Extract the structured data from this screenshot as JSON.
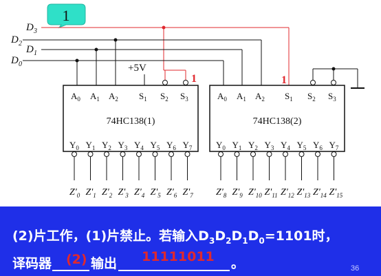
{
  "callout": {
    "label": "1"
  },
  "inputs": [
    {
      "name": "D3"
    },
    {
      "name": "D2"
    },
    {
      "name": "D1"
    },
    {
      "name": "D0"
    }
  ],
  "supply": {
    "label": "+5V"
  },
  "red_marks": {
    "s2_mark": "1",
    "s1_mark": "1"
  },
  "chip1": {
    "title": "74HC138(1)",
    "top_pins": [
      "A0",
      "A1",
      "A2",
      "S1",
      "S2",
      "S3"
    ],
    "outputs": [
      "Y0",
      "Y1",
      "Y2",
      "Y3",
      "Y4",
      "Y5",
      "Y6",
      "Y7"
    ],
    "output_labels": [
      "Z'0",
      "Z'1",
      "Z'2",
      "Z'3",
      "Z'4",
      "Z'5",
      "Z'6",
      "Z'7"
    ]
  },
  "chip2": {
    "title": "74HC138(2)",
    "top_pins": [
      "A0",
      "A1",
      "A2",
      "S1",
      "S2",
      "S3"
    ],
    "outputs": [
      "Y0",
      "Y1",
      "Y2",
      "Y3",
      "Y4",
      "Y5",
      "Y6",
      "Y7"
    ],
    "output_labels": [
      "Z'8",
      "Z'9",
      "Z'10",
      "Z'11",
      "Z'12",
      "Z'13",
      "Z'14",
      "Z'15"
    ]
  },
  "footer": {
    "line1_prefix": "(2)片工作，(1)片禁止。若输入D",
    "line1_value": "=1101时，",
    "line2_prefix": "译码器",
    "line2_answer1": "(2)",
    "line2_mid": "输出",
    "line2_answer2": "11111011",
    "line2_end": "。",
    "page_number": "36"
  },
  "colors": {
    "footer_bg": "#1f2fe8",
    "accent_red": "#e0282e",
    "callout_bg": "#2fe0c8"
  }
}
